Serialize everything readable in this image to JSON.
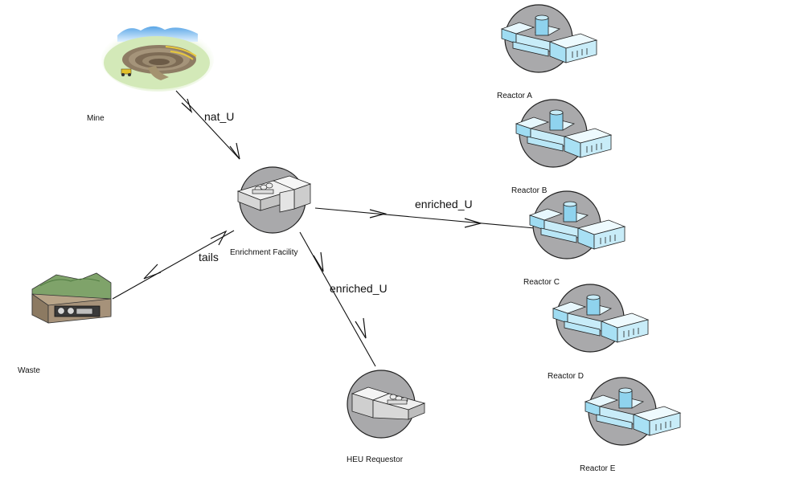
{
  "nodes": {
    "mine": {
      "label": "Mine"
    },
    "enrichment": {
      "label": "Enrichment Facility"
    },
    "waste": {
      "label": "Waste"
    },
    "heu": {
      "label": "HEU Requestor"
    },
    "reactor_a": {
      "label": "Reactor A"
    },
    "reactor_b": {
      "label": "Reactor B"
    },
    "reactor_c": {
      "label": "Reactor C"
    },
    "reactor_d": {
      "label": "Reactor D"
    },
    "reactor_e": {
      "label": "Reactor E"
    }
  },
  "edges": {
    "mine_to_enrichment": {
      "label": "nat_U"
    },
    "enrichment_to_reactor_c": {
      "label": "enriched_U"
    },
    "enrichment_to_waste": {
      "label": "tails"
    },
    "enrichment_to_heu": {
      "label": "enriched_U"
    }
  },
  "colors": {
    "reactor_blue": "#c8ecf8",
    "reactor_blue_dark": "#8fd3ee",
    "node_circle": "#a9a9ab",
    "facility_gray": "#d9d9d9"
  }
}
